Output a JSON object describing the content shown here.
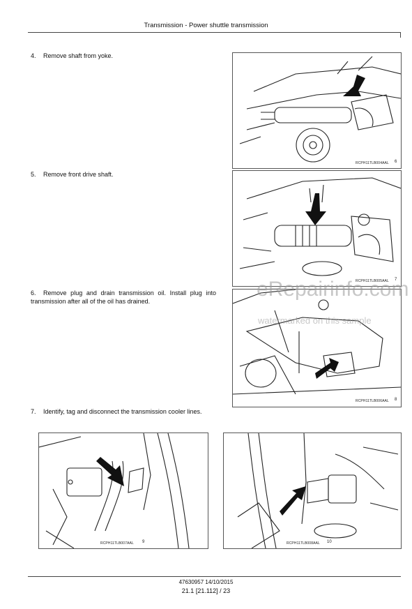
{
  "header": {
    "title": "Transmission - Power shuttle transmission"
  },
  "steps": [
    {
      "number": "4.",
      "text": "Remove shaft from yoke."
    },
    {
      "number": "5.",
      "text": "Remove front drive shaft."
    },
    {
      "number": "6.",
      "text": "Remove plug and drain transmission oil.  Install plug into transmission after all of the oil has drained."
    },
    {
      "number": "7.",
      "text": "Identify, tag and disconnect the transmission cooler lines."
    }
  ],
  "figures": [
    {
      "code": "RCPH11TLB004AAL",
      "number": "6"
    },
    {
      "code": "RCPH11TLB005AAL",
      "number": "7"
    },
    {
      "code": "RCPH11TLB006AAL",
      "number": "8"
    },
    {
      "code": "RCPH11TLB007AAL",
      "number": "9"
    },
    {
      "code": "RCPH11TLB008AAL",
      "number": "10"
    }
  ],
  "watermark": {
    "line1": "eRepairinfo.com",
    "line2": "watermarked on this sample"
  },
  "footer": {
    "doc": "47630957 14/10/2015",
    "page": "21.1 [21.112] / 23"
  }
}
